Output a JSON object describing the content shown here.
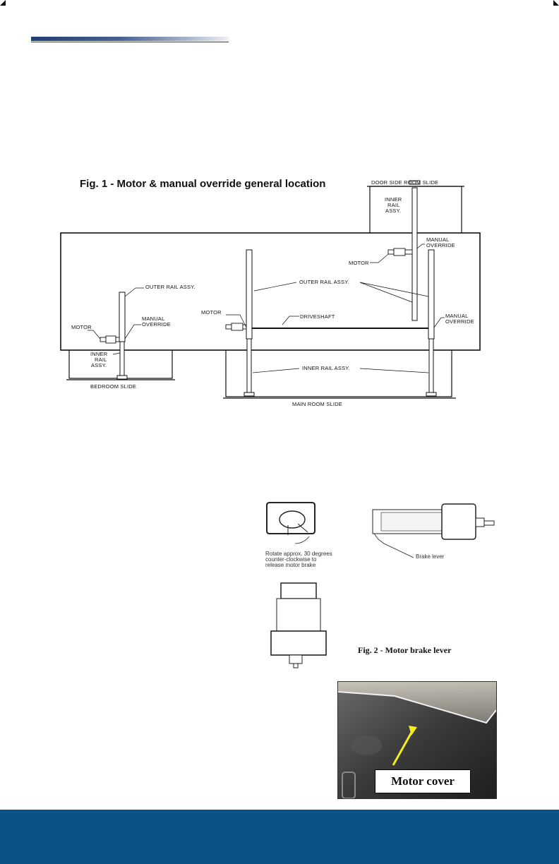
{
  "fig1": {
    "title": "Fig. 1 - Motor & manual override general location",
    "labels": {
      "door_side_room_slide": "DOOR SIDE ROOM SLIDE",
      "inner_rail_assy_stacked": [
        "INNER",
        "RAIL",
        "ASSY."
      ],
      "manual_override": [
        "MANUAL",
        "OVERRIDE"
      ],
      "motor": "MOTOR",
      "outer_rail_assy": "OUTER RAIL ASSY.",
      "driveshaft": "DRIVESHAFT",
      "inner_rail_assy": "INNER RAIL ASSY.",
      "bedroom_slide": "BEDROOM SLIDE",
      "main_room_slide": "MAIN ROOM SLIDE"
    }
  },
  "fig2": {
    "caption": "Fig. 2 - Motor brake lever",
    "rotate_note": [
      "Rotate approx. 30 degrees",
      "counter-clockwise to",
      "release motor brake"
    ],
    "brake_lever": "Brake lever"
  },
  "photo": {
    "label": "Motor cover",
    "arrow_color": "#f2ee1c"
  },
  "colors": {
    "header_bar": "#1f3f70",
    "footer": "#0b5288"
  }
}
